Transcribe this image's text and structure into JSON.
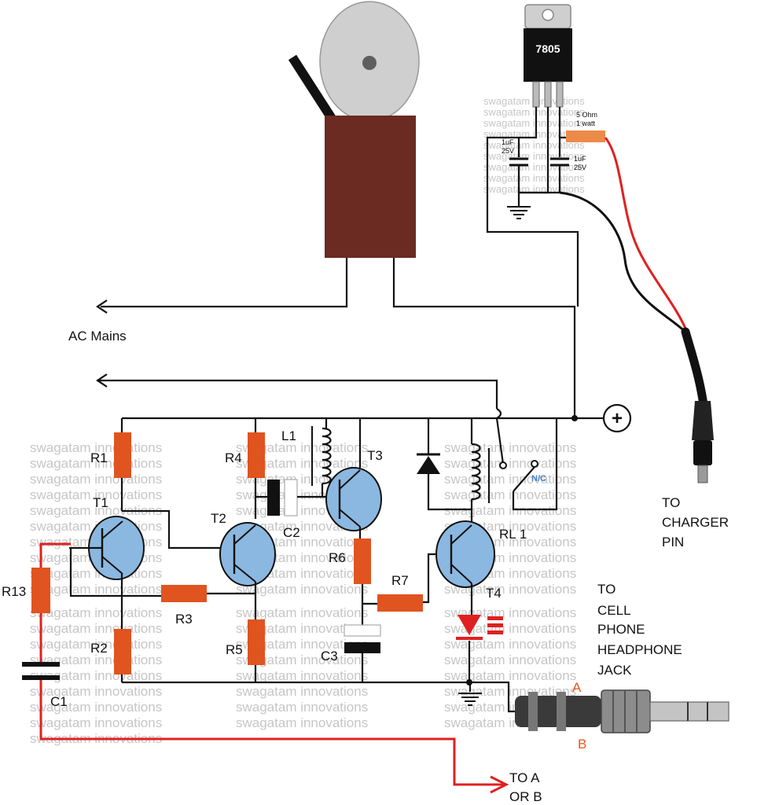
{
  "watermark_text": "swagatam innovations",
  "regulator": {
    "label": "7805"
  },
  "regulator_section": {
    "resistor_value": "5 Ohm",
    "resistor_rating": "1 watt",
    "cap_left_value": "1uF",
    "cap_left_voltage": "25V",
    "cap_right_value": "1uF",
    "cap_right_voltage": "25V"
  },
  "labels": {
    "ac_mains": "AC Mains",
    "plus_symbol": "+",
    "charger_line1": "TO",
    "charger_line2": "CHARGER",
    "charger_line3": "PIN",
    "phone_line1": "TO",
    "phone_line2": "CELL",
    "phone_line3": "PHONE",
    "phone_line4": "HEADPHONE",
    "phone_line5": "JACK",
    "jack_a": "A",
    "jack_b": "B",
    "out_line1": "TO A",
    "out_line2": "OR B",
    "nc": "N/C"
  },
  "components": {
    "r1": "R1",
    "r2": "R2",
    "r3": "R3",
    "r4": "R4",
    "r5": "R5",
    "r6": "R6",
    "r7": "R7",
    "r13": "R13",
    "c1": "C1",
    "c2": "C2",
    "c3": "C3",
    "l1": "L1",
    "t1": "T1",
    "t2": "T2",
    "t3": "T3",
    "t4": "T4",
    "rl1": "RL 1"
  },
  "colors": {
    "resistor": "#e0541f",
    "transistor": "#8bb8e0",
    "bell_body": "#6b2a22",
    "red_wire": "#e02020",
    "led": "#e02020",
    "watermark": "#c6c6c6"
  }
}
